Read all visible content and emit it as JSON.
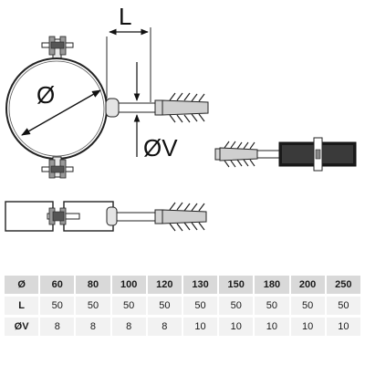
{
  "drawing": {
    "label_length": "L",
    "label_clamp_diameter": "Ø",
    "label_rod_diameter": "ØV"
  },
  "table": {
    "header_label": "Ø",
    "row_l_label": "L",
    "row_v_label": "ØV",
    "columns": [
      {
        "d": "60",
        "l": "50",
        "v": "8"
      },
      {
        "d": "80",
        "l": "50",
        "v": "8"
      },
      {
        "d": "100",
        "l": "50",
        "v": "8"
      },
      {
        "d": "120",
        "l": "50",
        "v": "8"
      },
      {
        "d": "130",
        "l": "50",
        "v": "10"
      },
      {
        "d": "150",
        "l": "50",
        "v": "10"
      },
      {
        "d": "180",
        "l": "50",
        "v": "10"
      },
      {
        "d": "200",
        "l": "50",
        "v": "10"
      },
      {
        "d": "250",
        "l": "50",
        "v": "10"
      }
    ]
  }
}
